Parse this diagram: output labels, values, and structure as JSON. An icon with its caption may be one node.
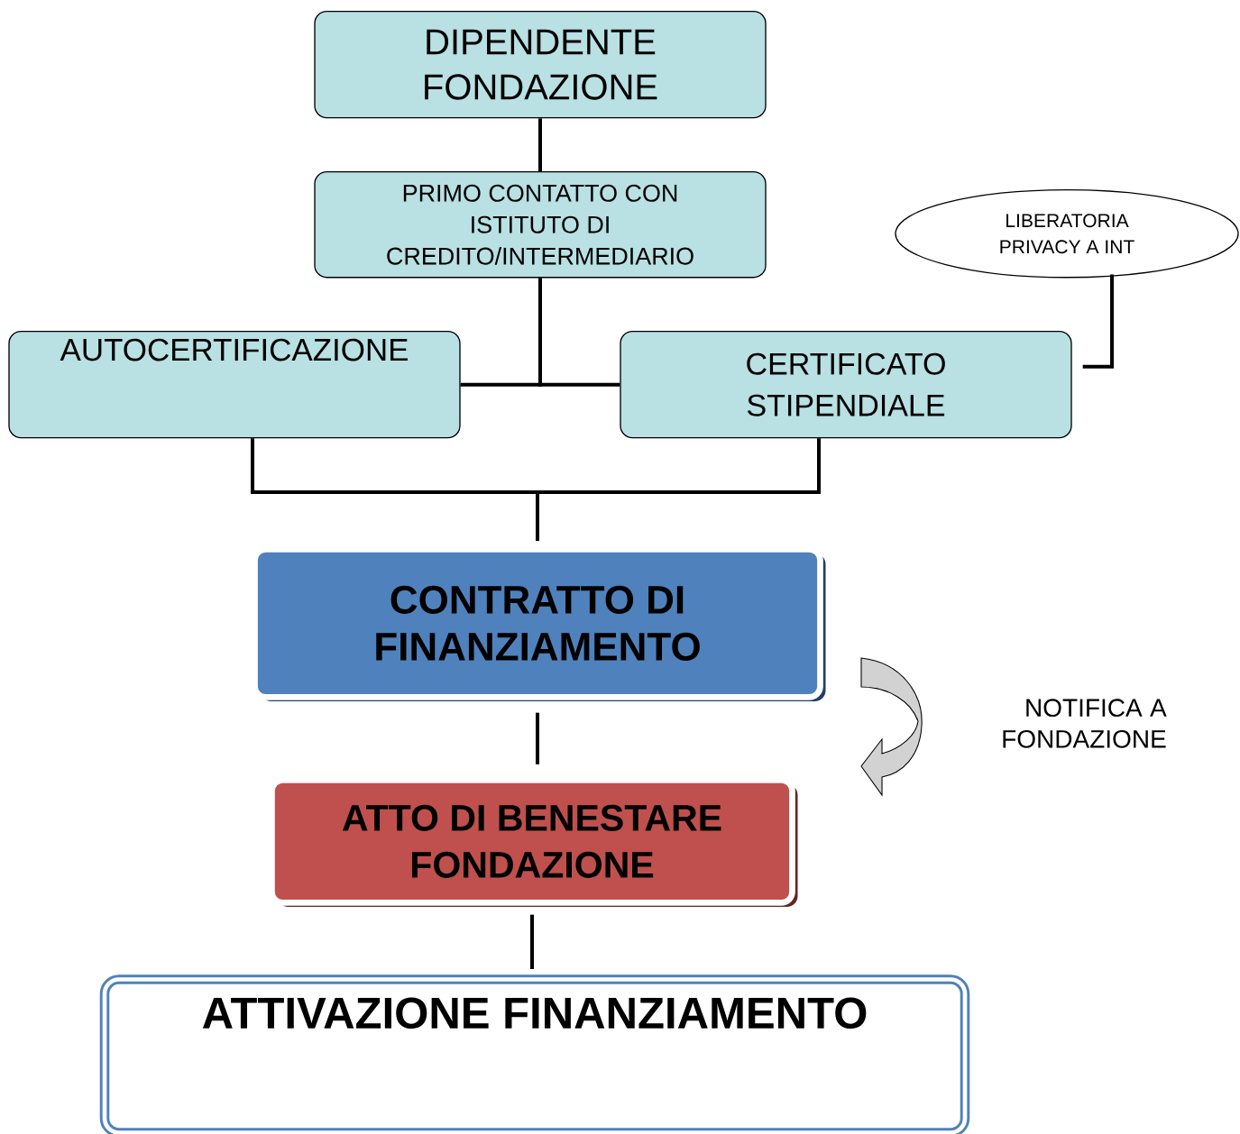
{
  "diagram": {
    "nodes": [
      {
        "text": [
          "DIPENDENTE FONDAZIONE"
        ]
      },
      {
        "text": [
          "PRIMO CONTATTO CON ISTITUTO DI CREDITO/INTERMEDIARIO"
        ]
      },
      {
        "text": [
          "LIBERATORIA PRIVACY A INT"
        ]
      },
      {
        "text": [
          "AUTOCERTIFICAZIONE"
        ]
      },
      {
        "text": [
          "CERTIFICATO STIPENDIALE"
        ]
      },
      {
        "text": [
          "CONTRATTO DI FINANZIAMENTO"
        ]
      },
      {
        "text": [
          "ATTO DI BENESTARE FONDAZIONE"
        ]
      },
      {
        "text": [
          "ATTIVAZIONE FINANZIAMENTO"
        ]
      }
    ],
    "edges": [
      {
        "from": 0,
        "to": 1,
        "arrow": "none"
      },
      {
        "from": 1,
        "to": 3,
        "arrow": "none"
      },
      {
        "from": 1,
        "to": 4,
        "arrow": "none"
      },
      {
        "from": 2,
        "to": 4,
        "arrow": "none"
      },
      {
        "from": 3,
        "to": 5,
        "arrow": "none"
      },
      {
        "from": 4,
        "to": 5,
        "arrow": "none"
      },
      {
        "from": 5,
        "to": 6,
        "arrow": "none"
      },
      {
        "from": 6,
        "to": 7,
        "arrow": "none"
      }
    ],
    "labels": [
      "NOTIFICA A FONDAZIONE"
    ]
  }
}
